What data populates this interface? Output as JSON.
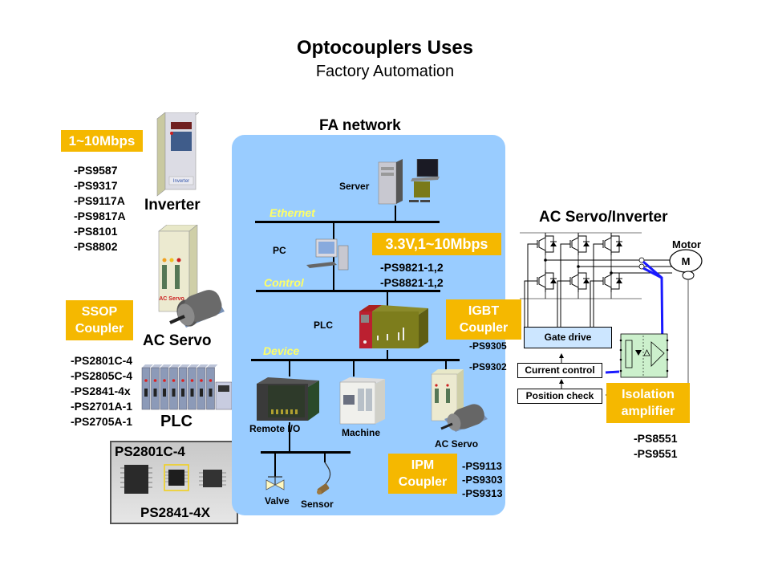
{
  "header": {
    "title": "Optocouplers Uses",
    "subtitle": "Factory Automation"
  },
  "left": {
    "speed_badge": "1~10Mbps",
    "inverter_parts": "-PS9587\n-PS9317\n-PS9117A\n-PS9817A\n-PS8101\n-PS8802",
    "inverter_label": "Inverter",
    "inverter_device_text": "Inverter",
    "ssop_badge_line1": "SSOP",
    "ssop_badge_line2": "Coupler",
    "ac_servo_label": "AC Servo",
    "ac_servo_device_text": "AC Servo",
    "ssop_parts": "-PS2801C-4\n-PS2805C-4\n-PS2841-4x\n-PS2701A-1\n-PS2705A-1",
    "plc_label": "PLC",
    "photo_top_label": "PS2801C-4",
    "photo_bottom_label": "PS2841-4X"
  },
  "network": {
    "title": "FA network",
    "server_label": "Server",
    "ethernet_label": "Ethernet",
    "pc_label": "PC",
    "control_label": "Control",
    "speed_badge": "3.3V,1~10Mbps",
    "control_parts": "-PS9821-1,2\n-PS8821-1,2",
    "plc_label": "PLC",
    "device_label": "Device",
    "igbt_badge_line1": "IGBT",
    "igbt_badge_line2": "Coupler",
    "igbt_parts": "-PS9305\n\n-PS9302",
    "remote_io_label": "Remote I/O",
    "machine_label": "Machine",
    "ac_servo_label": "AC Servo",
    "valve_label": "Valve",
    "sensor_label": "Sensor",
    "ipm_badge_line1": "IPM",
    "ipm_badge_line2": "Coupler",
    "ipm_parts": "-PS9113\n-PS9303\n-PS9313"
  },
  "servo_circuit": {
    "title": "AC Servo/Inverter",
    "motor_label": "Motor",
    "motor_symbol": "M",
    "gate_drive": "Gate drive",
    "current_control": "Current control",
    "position_check": "Position check",
    "iso_badge_line1": "Isolation",
    "iso_badge_line2": "amplifier",
    "iso_parts": "-PS8551\n-PS9551"
  },
  "colors": {
    "badge": "#f5b800",
    "network_panel": "#99ccff",
    "bus_label": "#ffff66",
    "sense_wire": "#1a1aff",
    "gate_drive_fill": "#cce6ff",
    "iso_amp_fill": "#ccf0cc"
  }
}
